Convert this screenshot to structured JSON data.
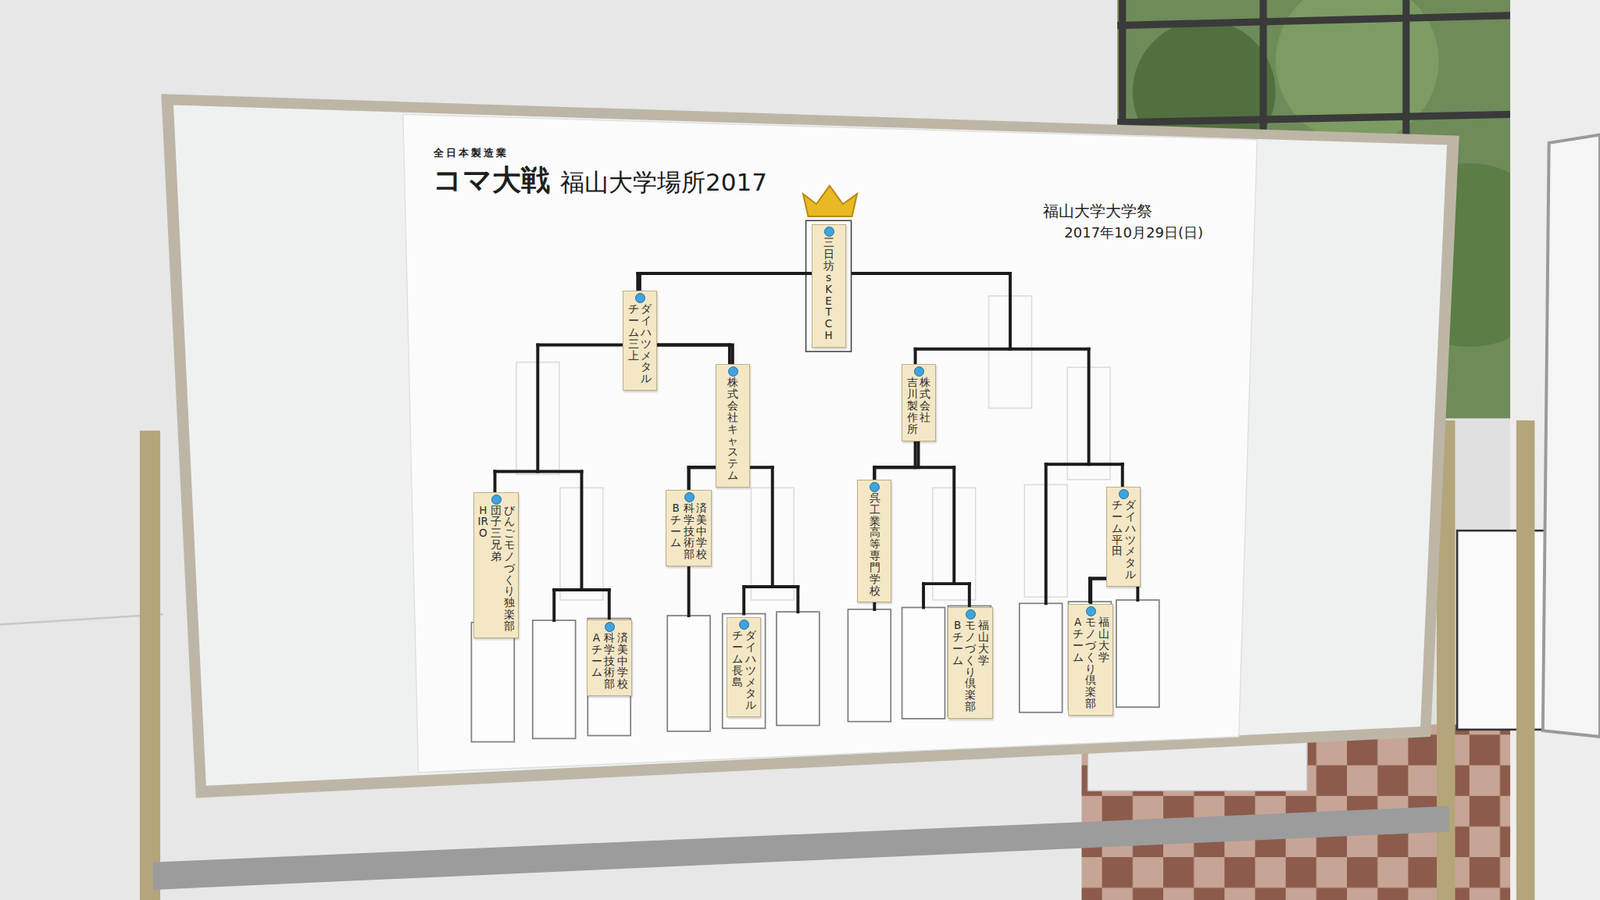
{
  "diagram": {
    "title": "福山大学場所2017",
    "nodes": [
      {
        "text": [
          "三日坊 sKETCH"
        ]
      },
      {
        "text": [
          "ダイハツメタル",
          "チーム三上"
        ]
      },
      {
        "text": [
          "株式会社キャステム"
        ]
      },
      {
        "text": [
          "株式会社",
          "吉川製作所"
        ]
      },
      {
        "text": [
          "びんごモノづくり独楽部",
          "団子三兄弟",
          "HIRO"
        ]
      },
      {
        "text": [
          "済美中学校",
          "科学技術部",
          "Bチーム"
        ]
      },
      {
        "text": [
          "呉工業高等専門学校"
        ]
      },
      {
        "text": [
          "ダイハツメタル",
          "チーム平田"
        ]
      },
      {
        "text": [
          "済美中学校",
          "科学技術部",
          "Aチーム"
        ]
      },
      {
        "text": [
          "ダイハツメタル",
          "チーム長島"
        ]
      },
      {
        "text": [
          "福山大学",
          "モノづくり倶楽部",
          "Bチーム"
        ]
      },
      {
        "text": [
          "福山大学",
          "モノづくり倶楽部",
          "Aチーム"
        ]
      }
    ],
    "edges": [
      {
        "from": 0,
        "to": 1,
        "arrow": "none"
      },
      {
        "from": 1,
        "to": 2,
        "arrow": "none"
      },
      {
        "from": 2,
        "to": 5,
        "arrow": "none"
      },
      {
        "from": 3,
        "to": 6,
        "arrow": "none"
      },
      {
        "from": 7,
        "to": 11,
        "arrow": "none"
      }
    ],
    "labels": [
      "全日本製造業",
      "コマ大戦",
      "福山大学大学祭",
      "2017年10月29日(日)"
    ]
  }
}
